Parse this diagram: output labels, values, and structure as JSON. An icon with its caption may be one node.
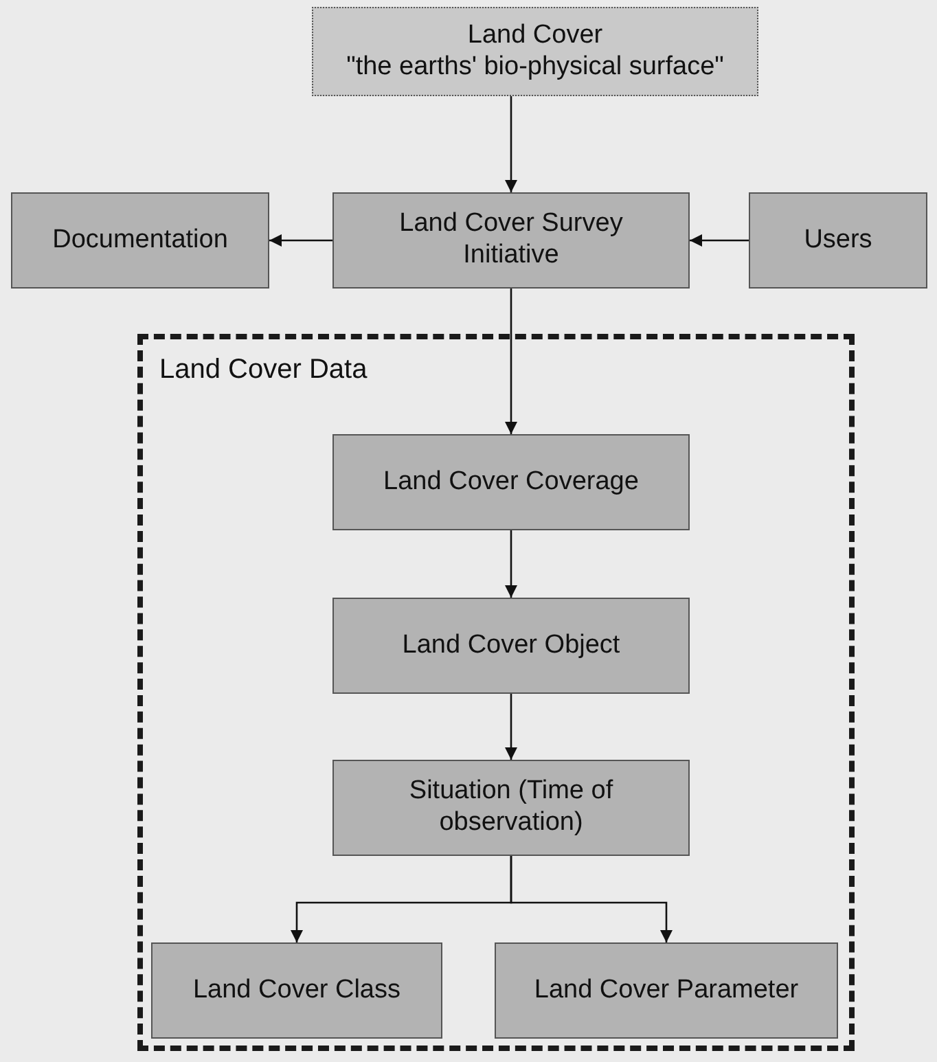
{
  "diagram": {
    "nodes": [
      {
        "text": [
          "Land Cover",
          "\"the earths' bio-physical surface\""
        ]
      },
      {
        "text": [
          "Documentation"
        ]
      },
      {
        "text": [
          "Land Cover Survey Initiative"
        ]
      },
      {
        "text": [
          "Users"
        ]
      },
      {
        "text": [
          "Land Cover Data"
        ]
      },
      {
        "text": [
          "Land Cover Coverage"
        ],
        "in": 4
      },
      {
        "text": [
          "Land Cover Object"
        ],
        "in": 4
      },
      {
        "text": [
          "Situation (Time of observation)"
        ],
        "in": 4
      },
      {
        "text": [
          "Land Cover Class"
        ],
        "in": 4
      },
      {
        "text": [
          "Land Cover Parameter"
        ],
        "in": 4
      }
    ],
    "edges": [
      {
        "from": 0,
        "to": 2,
        "arrow": "to"
      },
      {
        "from": 2,
        "to": 1,
        "arrow": "to"
      },
      {
        "from": 3,
        "to": 2,
        "arrow": "to"
      },
      {
        "from": 2,
        "to": 5,
        "arrow": "to"
      },
      {
        "from": 5,
        "to": 6,
        "arrow": "to"
      },
      {
        "from": 6,
        "to": 7,
        "arrow": "to"
      },
      {
        "from": 7,
        "to": 8,
        "arrow": "to"
      },
      {
        "from": 7,
        "to": 9,
        "arrow": "to"
      }
    ]
  }
}
